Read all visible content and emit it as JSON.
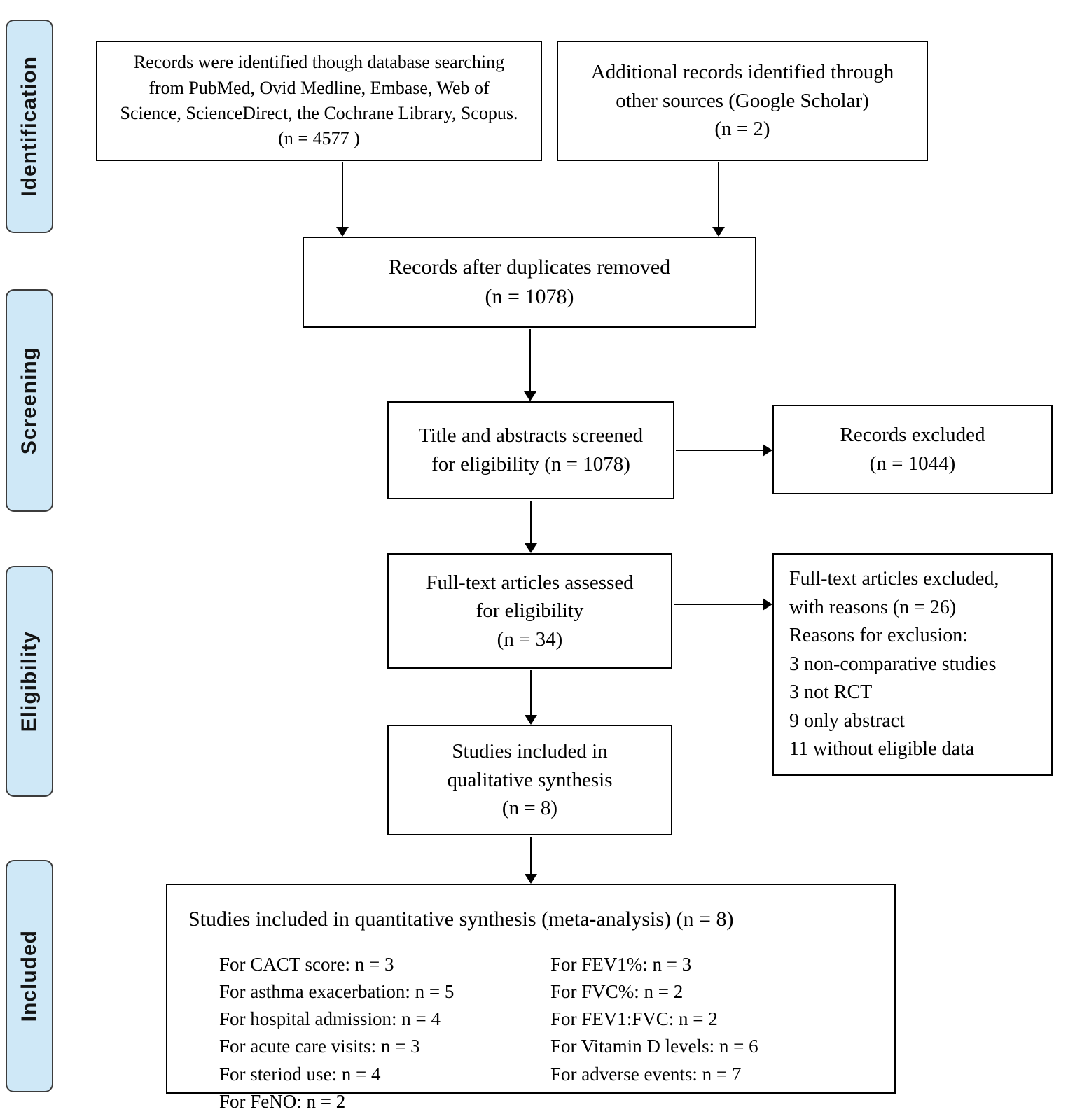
{
  "figure": {
    "type": "prisma-flow-diagram",
    "background": "#ffffff",
    "box_border_color": "#000000",
    "stage_fill_color": "#cfe8f7",
    "stage_border_color": "#3c3c3c"
  },
  "stages": {
    "identification": "Identification",
    "screening": "Screening",
    "eligibility": "Eligibility",
    "included": "Included"
  },
  "boxes": {
    "database_records": {
      "text": "Records were identified though database searching\nfrom PubMed, Ovid Medline, Embase, Web of\nScience, ScienceDirect, the Cochrane Library, Scopus.\n(n = 4577 )"
    },
    "additional_records": {
      "text": "Additional records identified through\nother sources (Google Scholar)\n(n = 2)"
    },
    "duplicates_removed": {
      "text": "Records after duplicates removed\n(n = 1078)"
    },
    "titles_screened": {
      "text": "Title and abstracts screened\nfor eligibility (n = 1078)"
    },
    "records_excluded": {
      "text": "Records excluded\n(n = 1044)"
    },
    "fulltext_assessed": {
      "text": "Full-text articles assessed\nfor eligibility\n(n = 34)"
    },
    "fulltext_excluded": {
      "text": "Full-text articles excluded,\nwith reasons (n = 26)\nReasons for exclusion:\n3 non-comparative studies\n3 not RCT\n9 only abstract\n11 without eligible data"
    },
    "qualitative_synthesis": {
      "text": "Studies included in\nqualitative synthesis\n(n = 8)"
    },
    "quantitative_synthesis": {
      "title": "Studies included in quantitative synthesis (meta-analysis) (n = 8)",
      "left_items": [
        "For CACT score: n = 3",
        "For asthma exacerbation: n = 5",
        "For hospital admission: n = 4",
        "For acute care visits: n = 3",
        "For steriod use: n = 4",
        "For FeNO: n = 2"
      ],
      "right_items": [
        "For FEV1%: n = 3",
        "For FVC%: n = 2",
        "For FEV1:FVC: n = 2",
        "For Vitamin D levels: n = 6",
        "For adverse events: n = 7"
      ]
    }
  }
}
